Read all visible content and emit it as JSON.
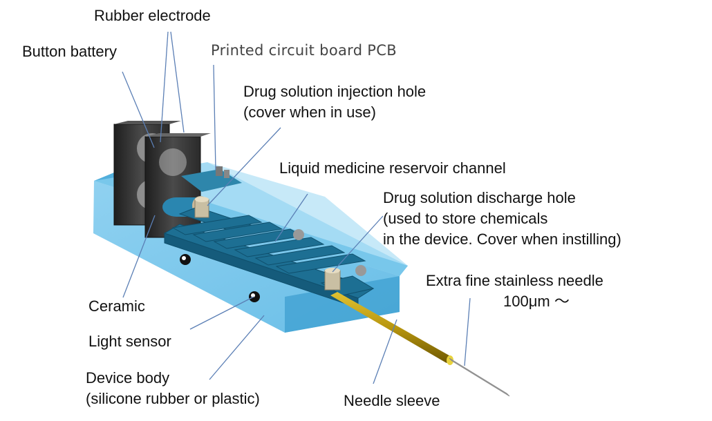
{
  "labels": {
    "rubber_electrode": "Rubber electrode",
    "button_battery": "Button battery",
    "pcb": "Printed circuit board PCB",
    "injection_hole": [
      "Drug solution injection hole",
      "(cover when in use)"
    ],
    "reservoir_channel": "Liquid medicine reservoir channel",
    "discharge_hole": [
      "Drug solution discharge hole",
      "(used to store chemicals",
      "in the device. Cover when instilling)"
    ],
    "needle": [
      "Extra fine stainless needle",
      "100μm ～"
    ],
    "ceramic": "Ceramic",
    "light_sensor": "Light sensor",
    "device_body": [
      "Device body",
      "(silicone rubber or plastic)"
    ],
    "needle_sleeve": "Needle sleeve"
  },
  "colors": {
    "body": "#4fb3e3",
    "channel": "#1d6f93",
    "battery": "#3a3a3a",
    "sleeve": "#b8960f",
    "leader": "#5b7fb5"
  }
}
